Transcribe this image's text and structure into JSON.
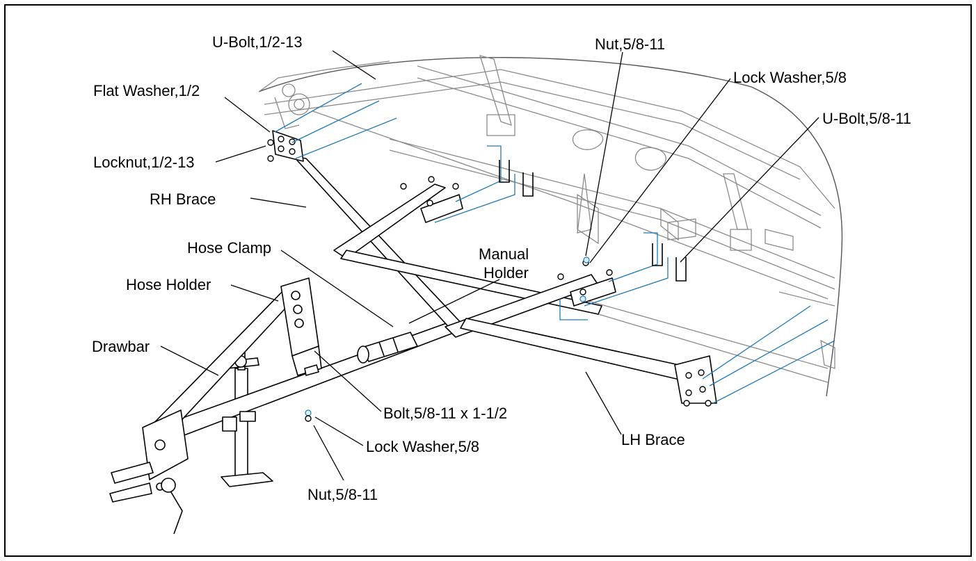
{
  "labels": {
    "u_bolt_half": "U-Bolt,1/2-13",
    "flat_washer_half": "Flat Washer,1/2",
    "locknut_half": "Locknut,1/2-13",
    "rh_brace": "RH Brace",
    "hose_clamp": "Hose Clamp",
    "manual_holder_line1": "Manual",
    "manual_holder_line2": "Holder",
    "hose_holder": "Hose Holder",
    "drawbar": "Drawbar",
    "bolt_5_8": "Bolt,5/8-11 x 1-1/2",
    "lock_washer_lower": "Lock Washer,5/8",
    "nut_lower": "Nut,5/8-11",
    "nut_upper": "Nut,5/8-11",
    "lock_washer_upper": "Lock Washer,5/8",
    "u_bolt_5_8": "U-Bolt,5/8-11",
    "lh_brace": "LH Brace"
  },
  "colors": {
    "callout_line": "#1f7ab8",
    "outline": "#000000",
    "background_machine": "#8a8a8a"
  }
}
